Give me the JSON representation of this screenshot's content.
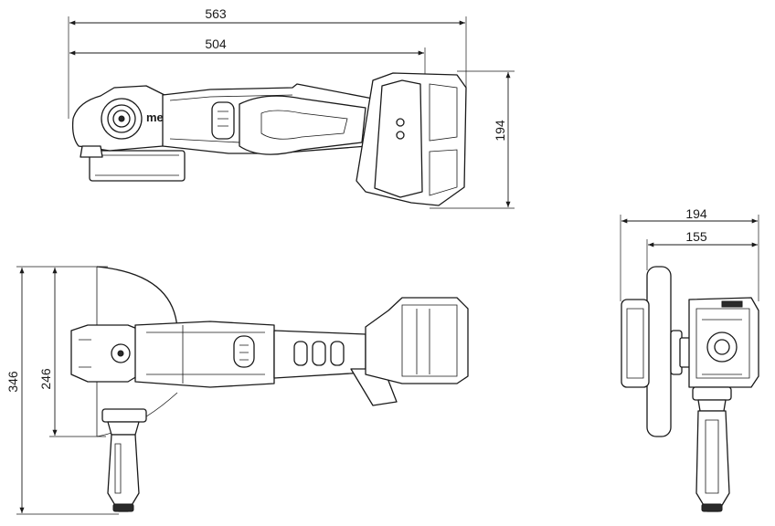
{
  "dimensions": {
    "top_total_length": "563",
    "top_body_length": "504",
    "top_height": "194",
    "front_total_height": "346",
    "front_disc_height": "246",
    "side_total_width": "194",
    "side_body_width": "155"
  },
  "brand_logo": "metabo"
}
